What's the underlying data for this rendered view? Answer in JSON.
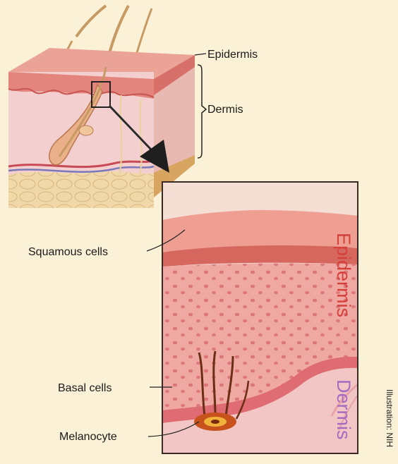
{
  "labels": {
    "epidermis_top": "Epidermis",
    "dermis_top": "Dermis",
    "squamous": "Squamous cells",
    "basal": "Basal cells",
    "melanocyte": "Melanocyte",
    "epidermis_side": "Epidermis",
    "dermis_side": "Dermis",
    "credit": "Illustration: NIH"
  },
  "colors": {
    "background": "#fbf1d6",
    "epidermis_label": "#d4403a",
    "dermis_label": "#a86ac0",
    "skin_surface": "#e8958a",
    "dermis_tissue": "#f2c6c4",
    "fat_layer": "#f0d8a8"
  }
}
